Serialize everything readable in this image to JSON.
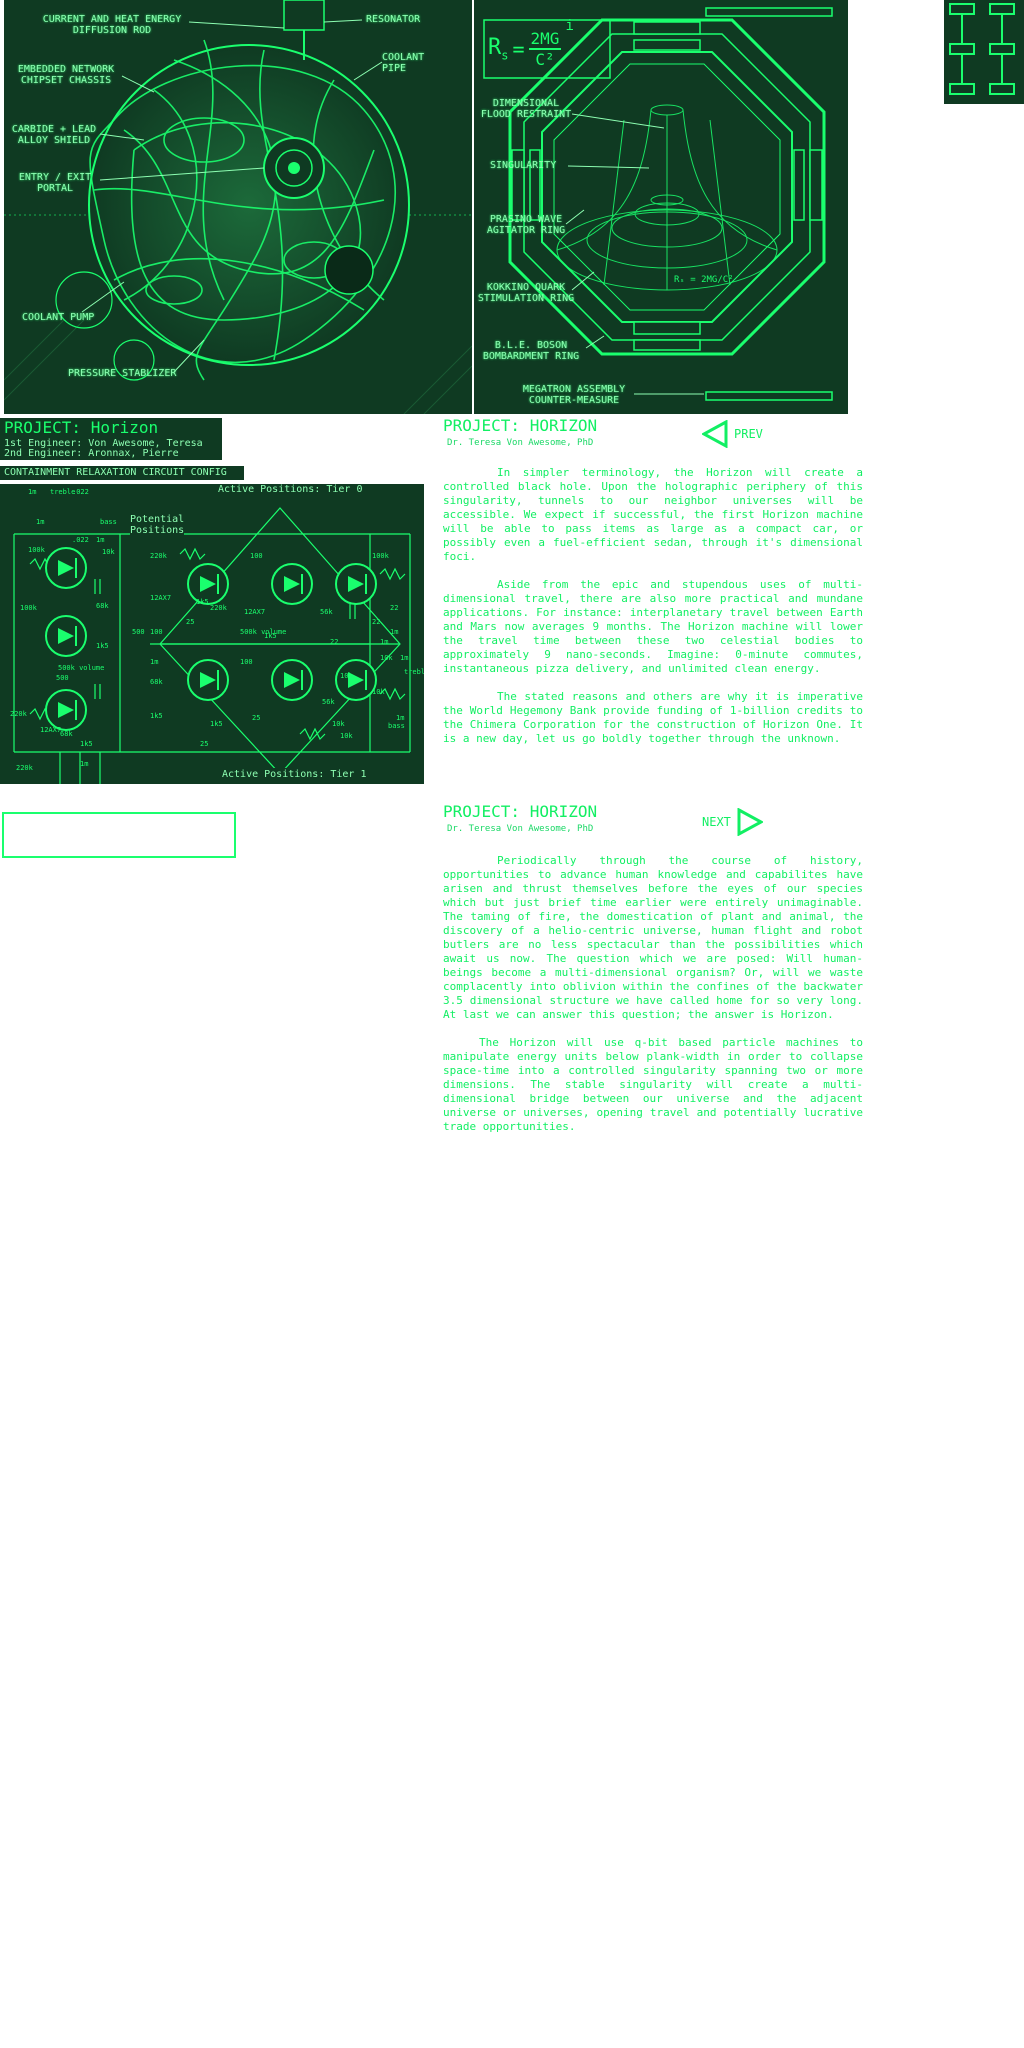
{
  "reactor": {
    "labels": {
      "diffusion_rod": "CURRENT AND HEAT ENERGY\nDIFFUSION ROD",
      "resonator": "RESONATOR",
      "network_chassis": "EMBEDDED NETWORK\nCHIPSET CHASSIS",
      "coolant_pipe": "COOLANT\nPIPE",
      "alloy_shield": "CARBIDE + LEAD\nALLOY SHIELD",
      "entry_portal": "ENTRY / EXIT\nPORTAL",
      "coolant_pump": "COOLANT PUMP",
      "pressure_stabilizer": "PRESSURE STABLIZER"
    }
  },
  "singularity": {
    "formula": {
      "lhs": "R",
      "sub": "s",
      "num": "2MG",
      "den": "C²",
      "power": "i"
    },
    "labels": {
      "flood_restraint": "DIMENSIONAL\nFLOOD RESTRAINT",
      "singularity": "SINGULARITY",
      "prasino": "PRASINO WAVE\nAGITATOR RING",
      "kokkino": "KOKKINO QUARK\nSTIMULATION RING",
      "boson": "B.L.E. BOSON\nBOMBARDMENT RING",
      "megatron": "MEGATRON ASSEMBLY\nCOUNTER-MEASURE"
    }
  },
  "project_card": {
    "title": "PROJECT: Horizon",
    "engineer1": "1st Engineer: Von Awesome, Teresa",
    "engineer2": "2nd Engineer: Aronnax, Pierre"
  },
  "circuit": {
    "title": "CONTAINMENT RELAXATION CIRCUIT CONFIG",
    "tier0": "Active Positions: Tier 0",
    "tier1": "Active Positions: Tier 1",
    "potential": "Potential\nPositions",
    "values": [
      "1m",
      "treble",
      ".022",
      "1m",
      "100k",
      ".022",
      "1m",
      "bass",
      "10k",
      "68k",
      "100k",
      "1k5",
      "500k\nvolume",
      "500",
      "220k",
      "12AX7",
      "68k",
      "1k5",
      "1m",
      "12AX7",
      "220k",
      "500",
      "100",
      "1m",
      "68k",
      "1k5",
      "25",
      "1k5",
      "500k\nvolume",
      "12AX7",
      "100",
      "25",
      "1k5",
      "1k5",
      "220k",
      "100",
      "100k",
      "1m",
      "10k",
      "22",
      "22",
      "1m",
      "10k",
      "1m",
      "treble",
      "56k",
      "22",
      "10k",
      "1m",
      "bass",
      "56k",
      "10k",
      "25",
      "10k",
      "220k"
    ]
  },
  "page1": {
    "heading": "PROJECT: HORIZON",
    "author": "Dr. Teresa Von Awesome, PhD",
    "nav_label": "PREV",
    "paragraphs": [
      "In simpler terminology, the Horizon will create a controlled black hole. Upon the holographic periphery of this singularity, tunnels to our neighbor universes will be accessible. We expect if successful, the first Horizon machine will be able to pass items as large as a compact car, or possibly even a fuel-efficient sedan, through it's dimensional foci.",
      "Aside from the epic and stupendous uses of multi-dimensional travel, there are also more practical and mundane applications. For instance: interplanetary travel between Earth and Mars now averages 9 months. The Horizon machine will lower the travel time between these two celestial bodies to approximately 9 nano-seconds. Imagine: 0-minute commutes, instantaneous pizza delivery, and unlimited clean energy.",
      "The stated reasons and others are why it is imperative the World Hegemony Bank provide funding of 1-billion credits to the Chimera Corporation for the construction of Horizon One. It is a new day, let us go boldly together through the unknown."
    ]
  },
  "page2": {
    "heading": "PROJECT: HORIZON",
    "author": "Dr. Teresa Von Awesome, PhD",
    "nav_label": "NEXT",
    "paragraphs": [
      "Periodically through the course of history, opportunities to advance human knowledge and capabilites have arisen and thrust themselves before the eyes of our species which but just brief time earlier were entirely unimaginable. The taming of fire, the domestication of plant and animal, the discovery of a helio-centric universe, human flight and robot butlers are no less spectacular than the possibilities which await us now. The question which we are posed: Will human-beings become a multi-dimensional organism? Or, will we waste complacently into oblivion within the confines of the backwater 3.5 dimensional structure we have called home for so very long. At last we can answer this question; the answer is Horizon.",
      "The Horizon will use q-bit based particle machines to manipulate energy units below plank-width in order to collapse space-time into a controlled singularity spanning two or more dimensions. The stable singularity will create a multi-dimensional bridge between our universe and the adjacent universe or universes, opening travel and potentially lucrative trade opportunities."
    ]
  },
  "colors": {
    "panel": "#0f3a22",
    "neon": "#1aff6e",
    "text": "#12ef63"
  }
}
